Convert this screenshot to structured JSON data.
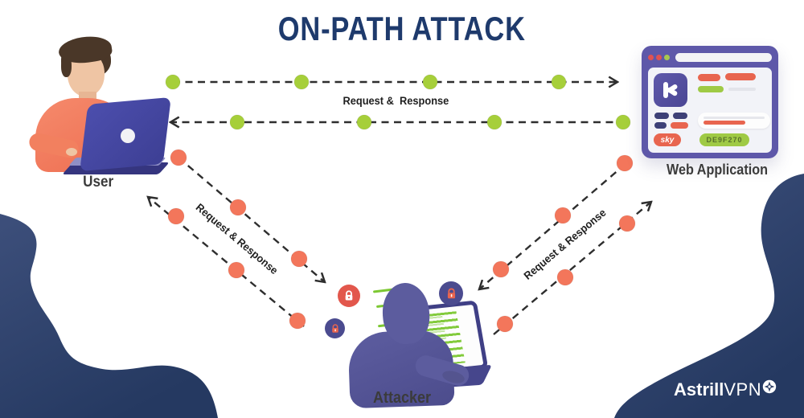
{
  "title": "ON-PATH ATTACK",
  "nodes": {
    "user": {
      "label": "User"
    },
    "web_application": {
      "label": "Web Application"
    },
    "attacker": {
      "label": "Attacker"
    }
  },
  "flows": {
    "direct": {
      "label": "Request &  Response",
      "dot_color": "#a6cf3a",
      "description": "user-to-webapp"
    },
    "user_attacker": {
      "label": "Request & Response",
      "dot_color": "#f3765b",
      "description": "user-to-attacker"
    },
    "attacker_webapp": {
      "label": "Request & Response",
      "dot_color": "#f3765b",
      "description": "attacker-to-webapp"
    }
  },
  "browser_mock": {
    "badge_left": "sky",
    "badge_right": "DE9F270"
  },
  "brand": {
    "bold": "Astrill",
    "light": "VPN"
  },
  "icons": {
    "globe_icon": "white-circle-with-navy-star",
    "padlock_icon": "svg-padlock-in-circle-badge",
    "window_control_dots": "red-red-green-dots",
    "laptop_logo": "white-circle-on-lid",
    "browser_logo": "white-k-mark-on-purple-tile"
  },
  "colors": {
    "title_color": "#1e3a6c",
    "label_color": "#3b3b3b",
    "dash_color": "#2e2e2e",
    "dot_green": "#a6cf3a",
    "dot_orange": "#f3765b",
    "blob_light": "#3d4f7b",
    "blob_dark": "#253961",
    "frame_purple": "#5e58a9",
    "pill_orange": "#e8654f",
    "pill_green": "#9fca45",
    "pill_navy": "#3d4077",
    "brand_white": "#ffffff"
  }
}
